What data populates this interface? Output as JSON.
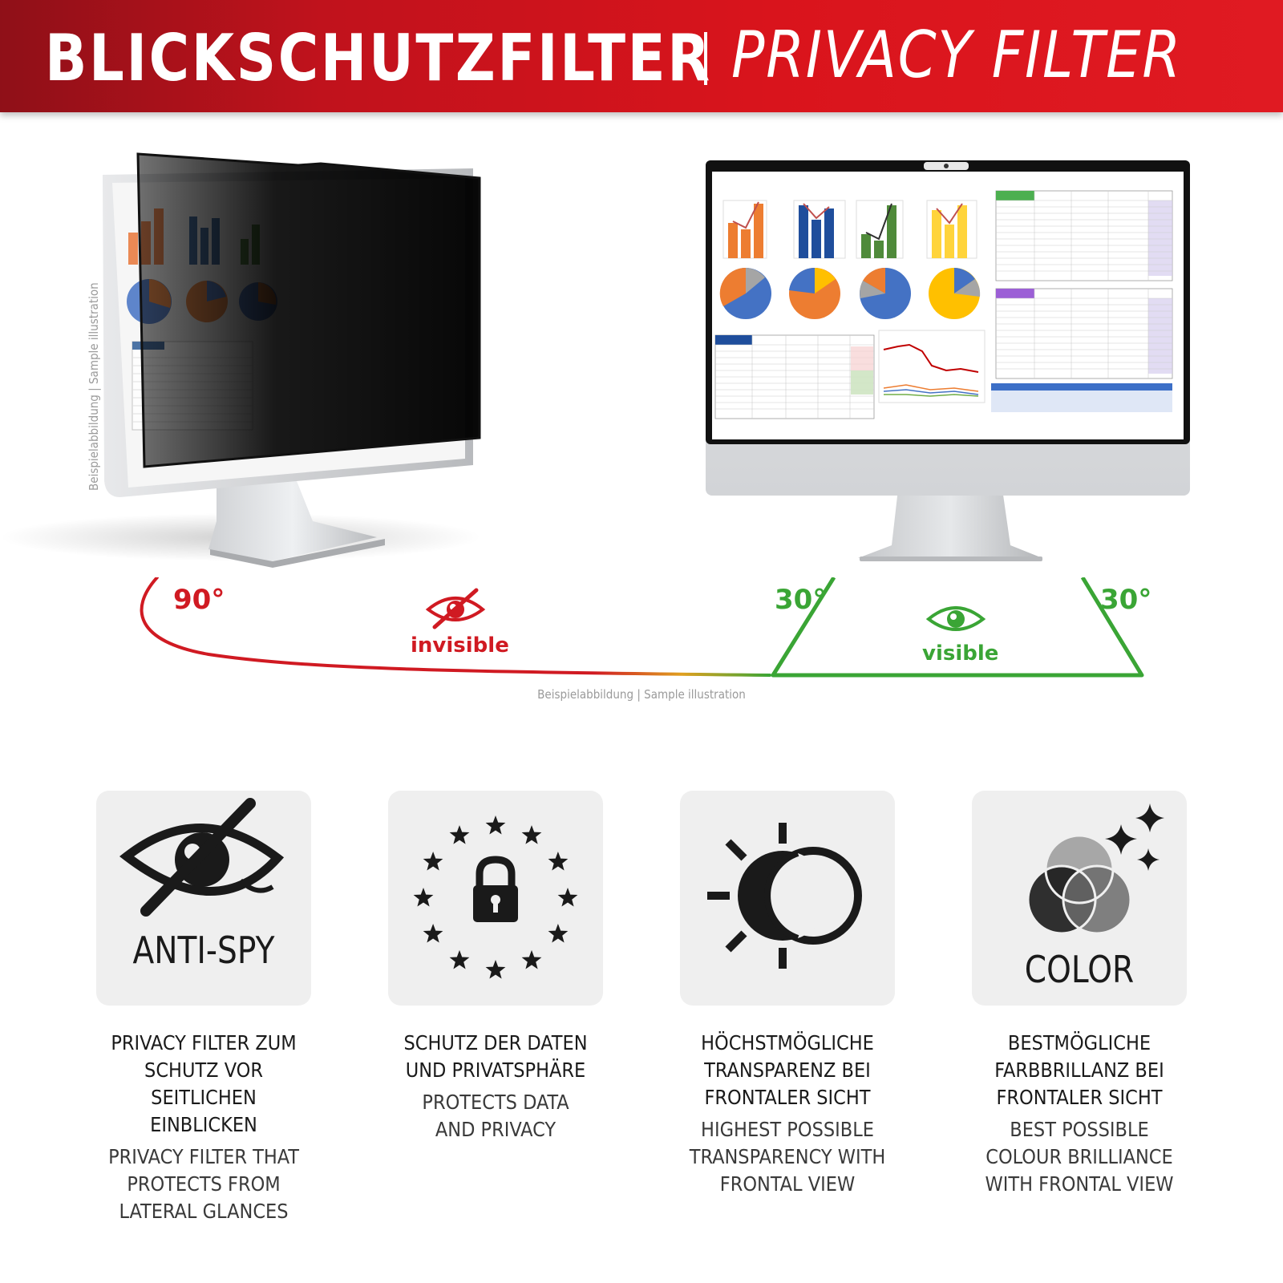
{
  "header": {
    "title_de": "BLICKSCHUTZFILTER",
    "title_en": "PRIVACY FILTER"
  },
  "illustration": {
    "side_caption": "Beispielabbildung | Sample illustration",
    "bottom_caption": "Beispielabbildung | Sample illustration",
    "angle_left": "90°",
    "angle_center": "30°",
    "angle_right": "30°",
    "label_invisible": "invisible",
    "label_visible": "visible",
    "colors": {
      "red": "#d01a22",
      "green": "#3aa535"
    }
  },
  "features": [
    {
      "tile_label": "ANTI-SPY",
      "icon": "eye-slash-icon",
      "de": [
        "PRIVACY FILTER ZUM",
        "SCHUTZ VOR",
        "SEITLICHEN EINBLICKEN"
      ],
      "en": [
        "PRIVACY FILTER THAT",
        "PROTECTS FROM",
        "LATERAL GLANCES"
      ]
    },
    {
      "tile_label": "",
      "icon": "eu-lock-icon",
      "de": [
        "SCHUTZ DER DATEN",
        "UND PRIVATSPHÄRE"
      ],
      "en": [
        "PROTECTS DATA",
        "AND PRIVACY"
      ]
    },
    {
      "tile_label": "",
      "icon": "sun-transparency-icon",
      "de": [
        "HÖCHSTMÖGLICHE",
        "TRANSPARENZ BEI",
        "FRONTALER SICHT"
      ],
      "en": [
        "HIGHEST POSSIBLE",
        "TRANSPARENCY WITH",
        "FRONTAL VIEW"
      ]
    },
    {
      "tile_label": "COLOR",
      "icon": "color-circles-icon",
      "de": [
        "BESTMÖGLICHE",
        "FARBBRILLANZ BEI",
        "FRONTALER SICHT"
      ],
      "en": [
        "BEST POSSIBLE",
        "COLOUR BRILLIANCE",
        "WITH FRONTAL VIEW"
      ]
    }
  ]
}
